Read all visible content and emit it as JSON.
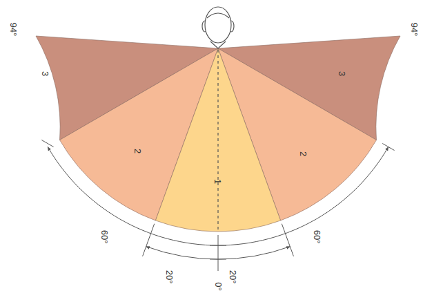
{
  "diagram": {
    "labels": [
      "94°",
      "94°",
      "3",
      "3",
      "2",
      "1",
      "2",
      "60°",
      "60°",
      "20°",
      "20°",
      "0°"
    ]
  }
}
